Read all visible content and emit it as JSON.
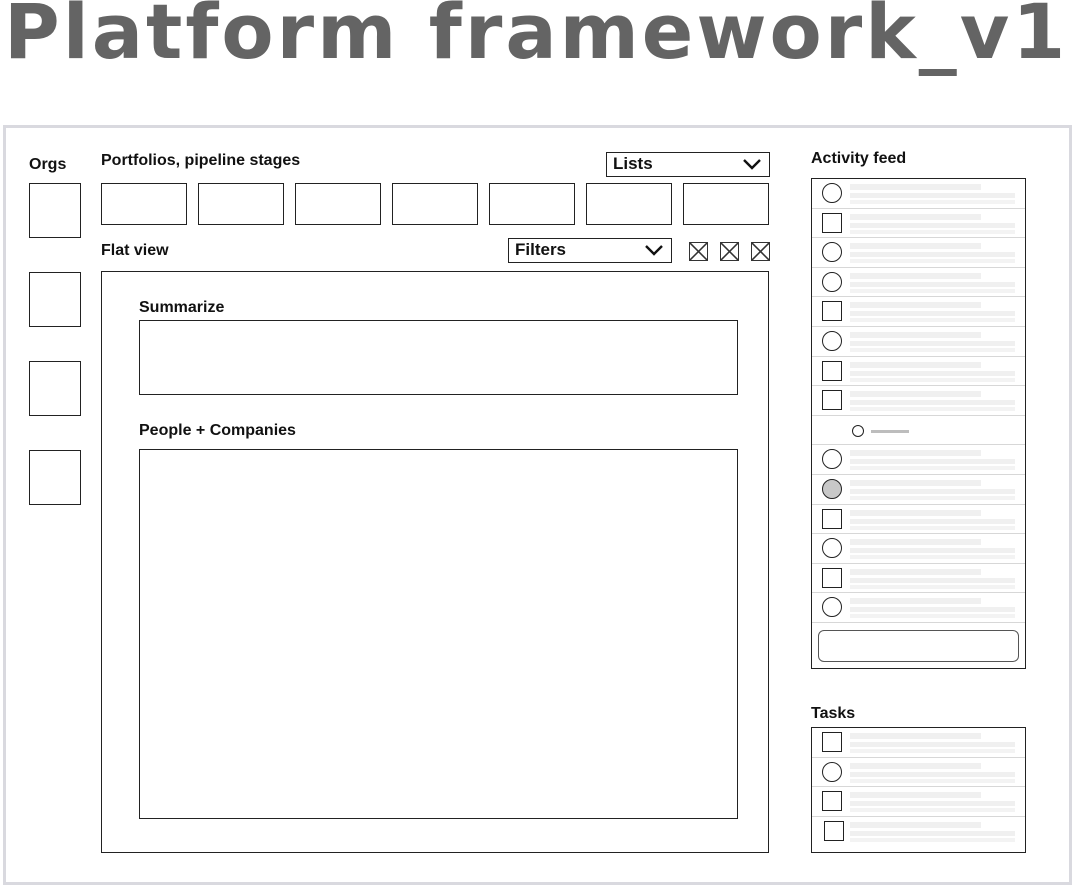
{
  "title": "Platform framework_v1",
  "orgs": {
    "label": "Orgs"
  },
  "portfolios": {
    "label": "Portfolios, pipeline stages",
    "lists_dropdown": "Lists"
  },
  "flat_view": {
    "label": "Flat view",
    "filters_dropdown": "Filters"
  },
  "summarize": {
    "label": "Summarize"
  },
  "people_companies": {
    "label": "People + Companies"
  },
  "activity_feed": {
    "label": "Activity feed",
    "items": [
      {
        "icon": "circle-icon"
      },
      {
        "icon": "square-icon"
      },
      {
        "icon": "circle-icon"
      },
      {
        "icon": "circle-icon"
      },
      {
        "icon": "square-icon"
      },
      {
        "icon": "circle-icon"
      },
      {
        "icon": "square-icon"
      },
      {
        "icon": "square-icon"
      },
      {
        "icon": "loading-indicator"
      },
      {
        "icon": "circle-icon"
      },
      {
        "icon": "filled-circle-icon"
      },
      {
        "icon": "square-icon"
      },
      {
        "icon": "circle-icon"
      },
      {
        "icon": "square-icon"
      },
      {
        "icon": "circle-icon"
      }
    ]
  },
  "tasks": {
    "label": "Tasks",
    "items": [
      {
        "icon": "square-icon"
      },
      {
        "icon": "circle-icon"
      },
      {
        "icon": "square-icon"
      },
      {
        "icon": "square-icon"
      }
    ]
  },
  "colors": {
    "title": "#646464",
    "frame": "#d9d9df",
    "placeholder_line": "#f0f0f0",
    "filled_icon": "#c8c8c8"
  }
}
